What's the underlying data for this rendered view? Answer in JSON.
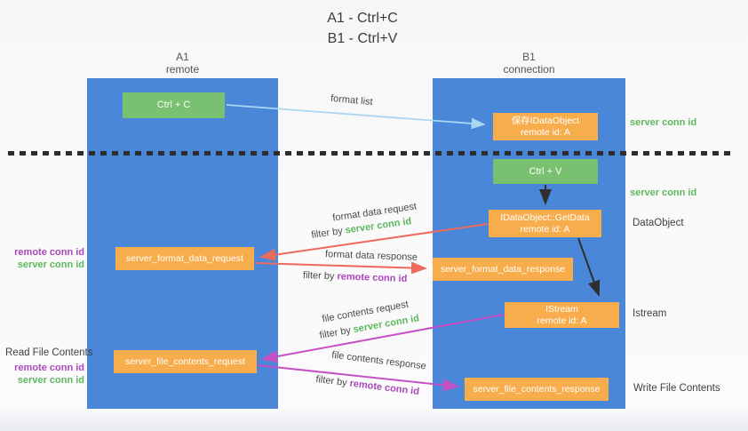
{
  "title": {
    "line1": "A1 - Ctrl+C",
    "line2": "B1 - Ctrl+V"
  },
  "lanes": {
    "left": {
      "name": "A1",
      "role": "remote"
    },
    "right": {
      "name": "B1",
      "role": "connection"
    }
  },
  "nodes": {
    "ctrl_c": {
      "label": "Ctrl + C"
    },
    "ctrl_v": {
      "label": "Ctrl + V"
    },
    "save_dataobject": {
      "line1": "保存IDataObject",
      "line2": "remote id: A"
    },
    "getdata": {
      "line1": "IDataObject::GetData",
      "line2": "remote id: A"
    },
    "istream": {
      "line1": "IStream",
      "line2": "remote id: A"
    },
    "format_request": {
      "label": "server_format_data_request"
    },
    "format_response": {
      "label": "server_format_data_response"
    },
    "file_request": {
      "label": "server_file_contents_request"
    },
    "file_response": {
      "label": "server_file_contents_response"
    }
  },
  "edge_labels": {
    "format_list": "format list",
    "format_data_request": "format data request",
    "format_data_response": "format data response",
    "file_contents_request": "file contents request",
    "file_contents_response": "file contents response",
    "filter_by": "filter by",
    "server_conn_id": "server conn id",
    "remote_conn_id": "remote conn id"
  },
  "annotations": {
    "right": {
      "server_conn_id_1": "server conn id",
      "server_conn_id_2": "server conn id",
      "dataobject": "DataObject",
      "istream": "Istream",
      "write_file_contents": "Write File Contents"
    },
    "left": {
      "read_file_contents": "Read File Contents",
      "remote_conn_id_1": "remote conn id",
      "server_conn_id_1": "server conn id",
      "remote_conn_id_2": "remote conn id",
      "server_conn_id_2": "server conn id"
    }
  },
  "colors": {
    "lane_blue": "#4a87d9",
    "box_orange": "#f8ad4c",
    "box_green": "#79c170",
    "green_text": "#5cb85c",
    "purple_text": "#ab47bc",
    "red_arrow": "#ed6a5e",
    "magenta_arrow": "#c750c7",
    "light_blue_arrow": "#a9d7f2",
    "black_arrow": "#2f2f2f"
  }
}
